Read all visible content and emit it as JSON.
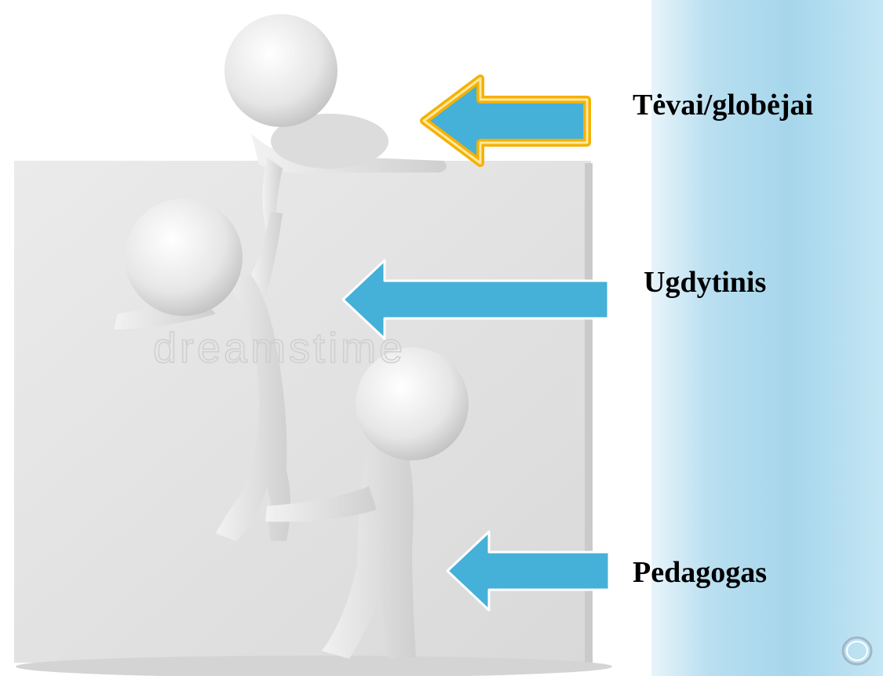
{
  "slide": {
    "labels": {
      "top": "Tėvai/globėjai",
      "middle": "Ugdytinis",
      "bottom": "Pedagogas"
    },
    "watermark": "dreamstime",
    "colors": {
      "arrow_fill": "#45b0d8",
      "arrow_glow": "#f6b100",
      "panel": "#a9d8ee",
      "figure": "#e6e6e6",
      "wall": "#e3e3e3"
    },
    "illustration": "three white figures climbing a wall, helping each other up"
  }
}
